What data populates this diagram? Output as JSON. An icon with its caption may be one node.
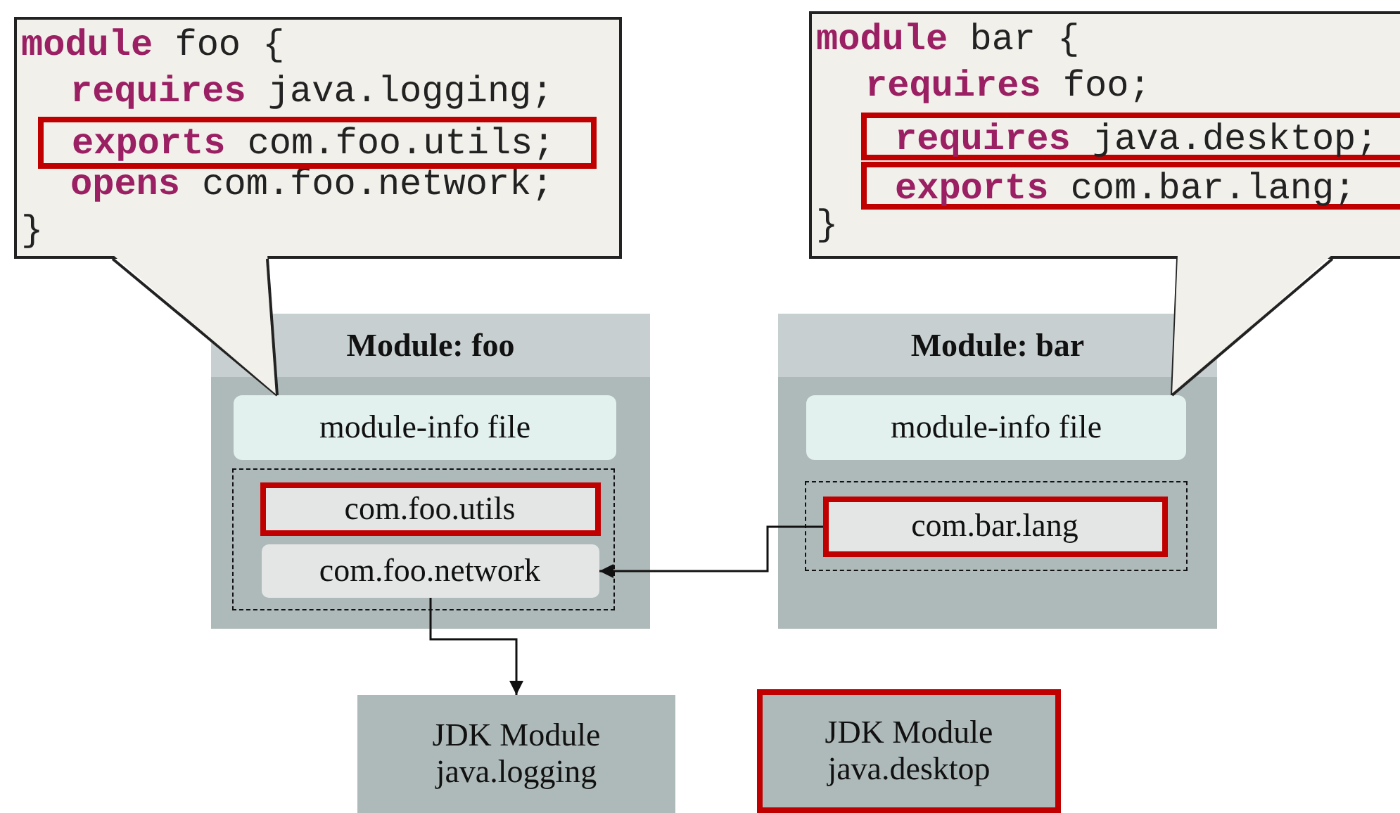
{
  "diagram": {
    "nodes": [
      {
        "text": [
          "**module** foo {",
          "**requires** java.logging;",
          "**opens** com.foo.network;",
          "}"
        ]
      },
      {
        "text": [
          "**exports** com.foo.utils;"
        ],
        "in": 0
      },
      {
        "text": [
          "**module** bar {",
          "**requires** foo;",
          "}"
        ]
      },
      {
        "text": [
          "**requires** java.desktop;"
        ],
        "in": 2
      },
      {
        "text": [
          "**exports** com.bar.lang;"
        ],
        "in": 2
      },
      {
        "text": [
          "Module: foo"
        ]
      },
      {
        "text": [
          "module-info file"
        ],
        "in": 5
      },
      {
        "text": [],
        "shape": "box",
        "in": 5
      },
      {
        "text": [
          "com.foo.utils"
        ],
        "in": 7
      },
      {
        "text": [
          "com.foo.network"
        ],
        "in": 7
      },
      {
        "text": [
          "Module: bar"
        ]
      },
      {
        "text": [
          "module-info file"
        ],
        "in": 10
      },
      {
        "text": [],
        "shape": "box",
        "in": 10
      },
      {
        "text": [
          "com.bar.lang"
        ],
        "in": 12
      },
      {
        "text": [
          "JDK Module java.logging"
        ]
      },
      {
        "text": [
          "JDK Module java.desktop"
        ]
      }
    ],
    "edges": [
      {
        "from": 0,
        "to": 6,
        "arrow": "none"
      },
      {
        "from": 2,
        "to": 11,
        "arrow": "none"
      },
      {
        "from": 13,
        "to": 9,
        "arrow": "to"
      },
      {
        "from": 9,
        "to": 14,
        "arrow": "to"
      }
    ]
  }
}
